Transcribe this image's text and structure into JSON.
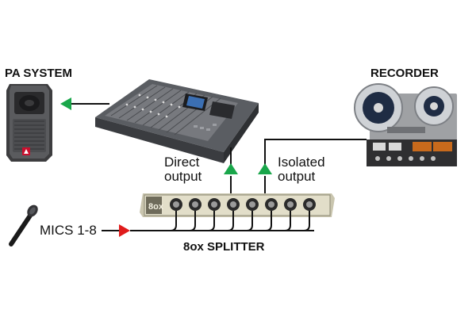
{
  "labels": {
    "pa_system": "PA SYSTEM",
    "recorder": "RECORDER",
    "direct_output_line1": "Direct",
    "direct_output_line2": "output",
    "isolated_output_line1": "Isolated",
    "isolated_output_line2": "output",
    "mics": "MICS 1-8",
    "splitter": "8ox SPLITTER",
    "splitter_logo": "8ox"
  },
  "colors": {
    "arrow_green": "#19a64a",
    "arrow_red": "#e01b1b",
    "wire": "#111111",
    "splitter_panel": "#dcd8c4",
    "speaker_body": "#4a4a4a",
    "console_body": "#6a6d72",
    "recorder_body": "#3a3a3a"
  },
  "splitter": {
    "channel_count": 8
  },
  "icons": {
    "speaker": "speaker-icon",
    "mixer": "mixing-console-icon",
    "reel_to_reel": "reel-to-reel-recorder-icon",
    "microphone": "microphone-icon",
    "splitter": "splitter-rack-icon"
  }
}
